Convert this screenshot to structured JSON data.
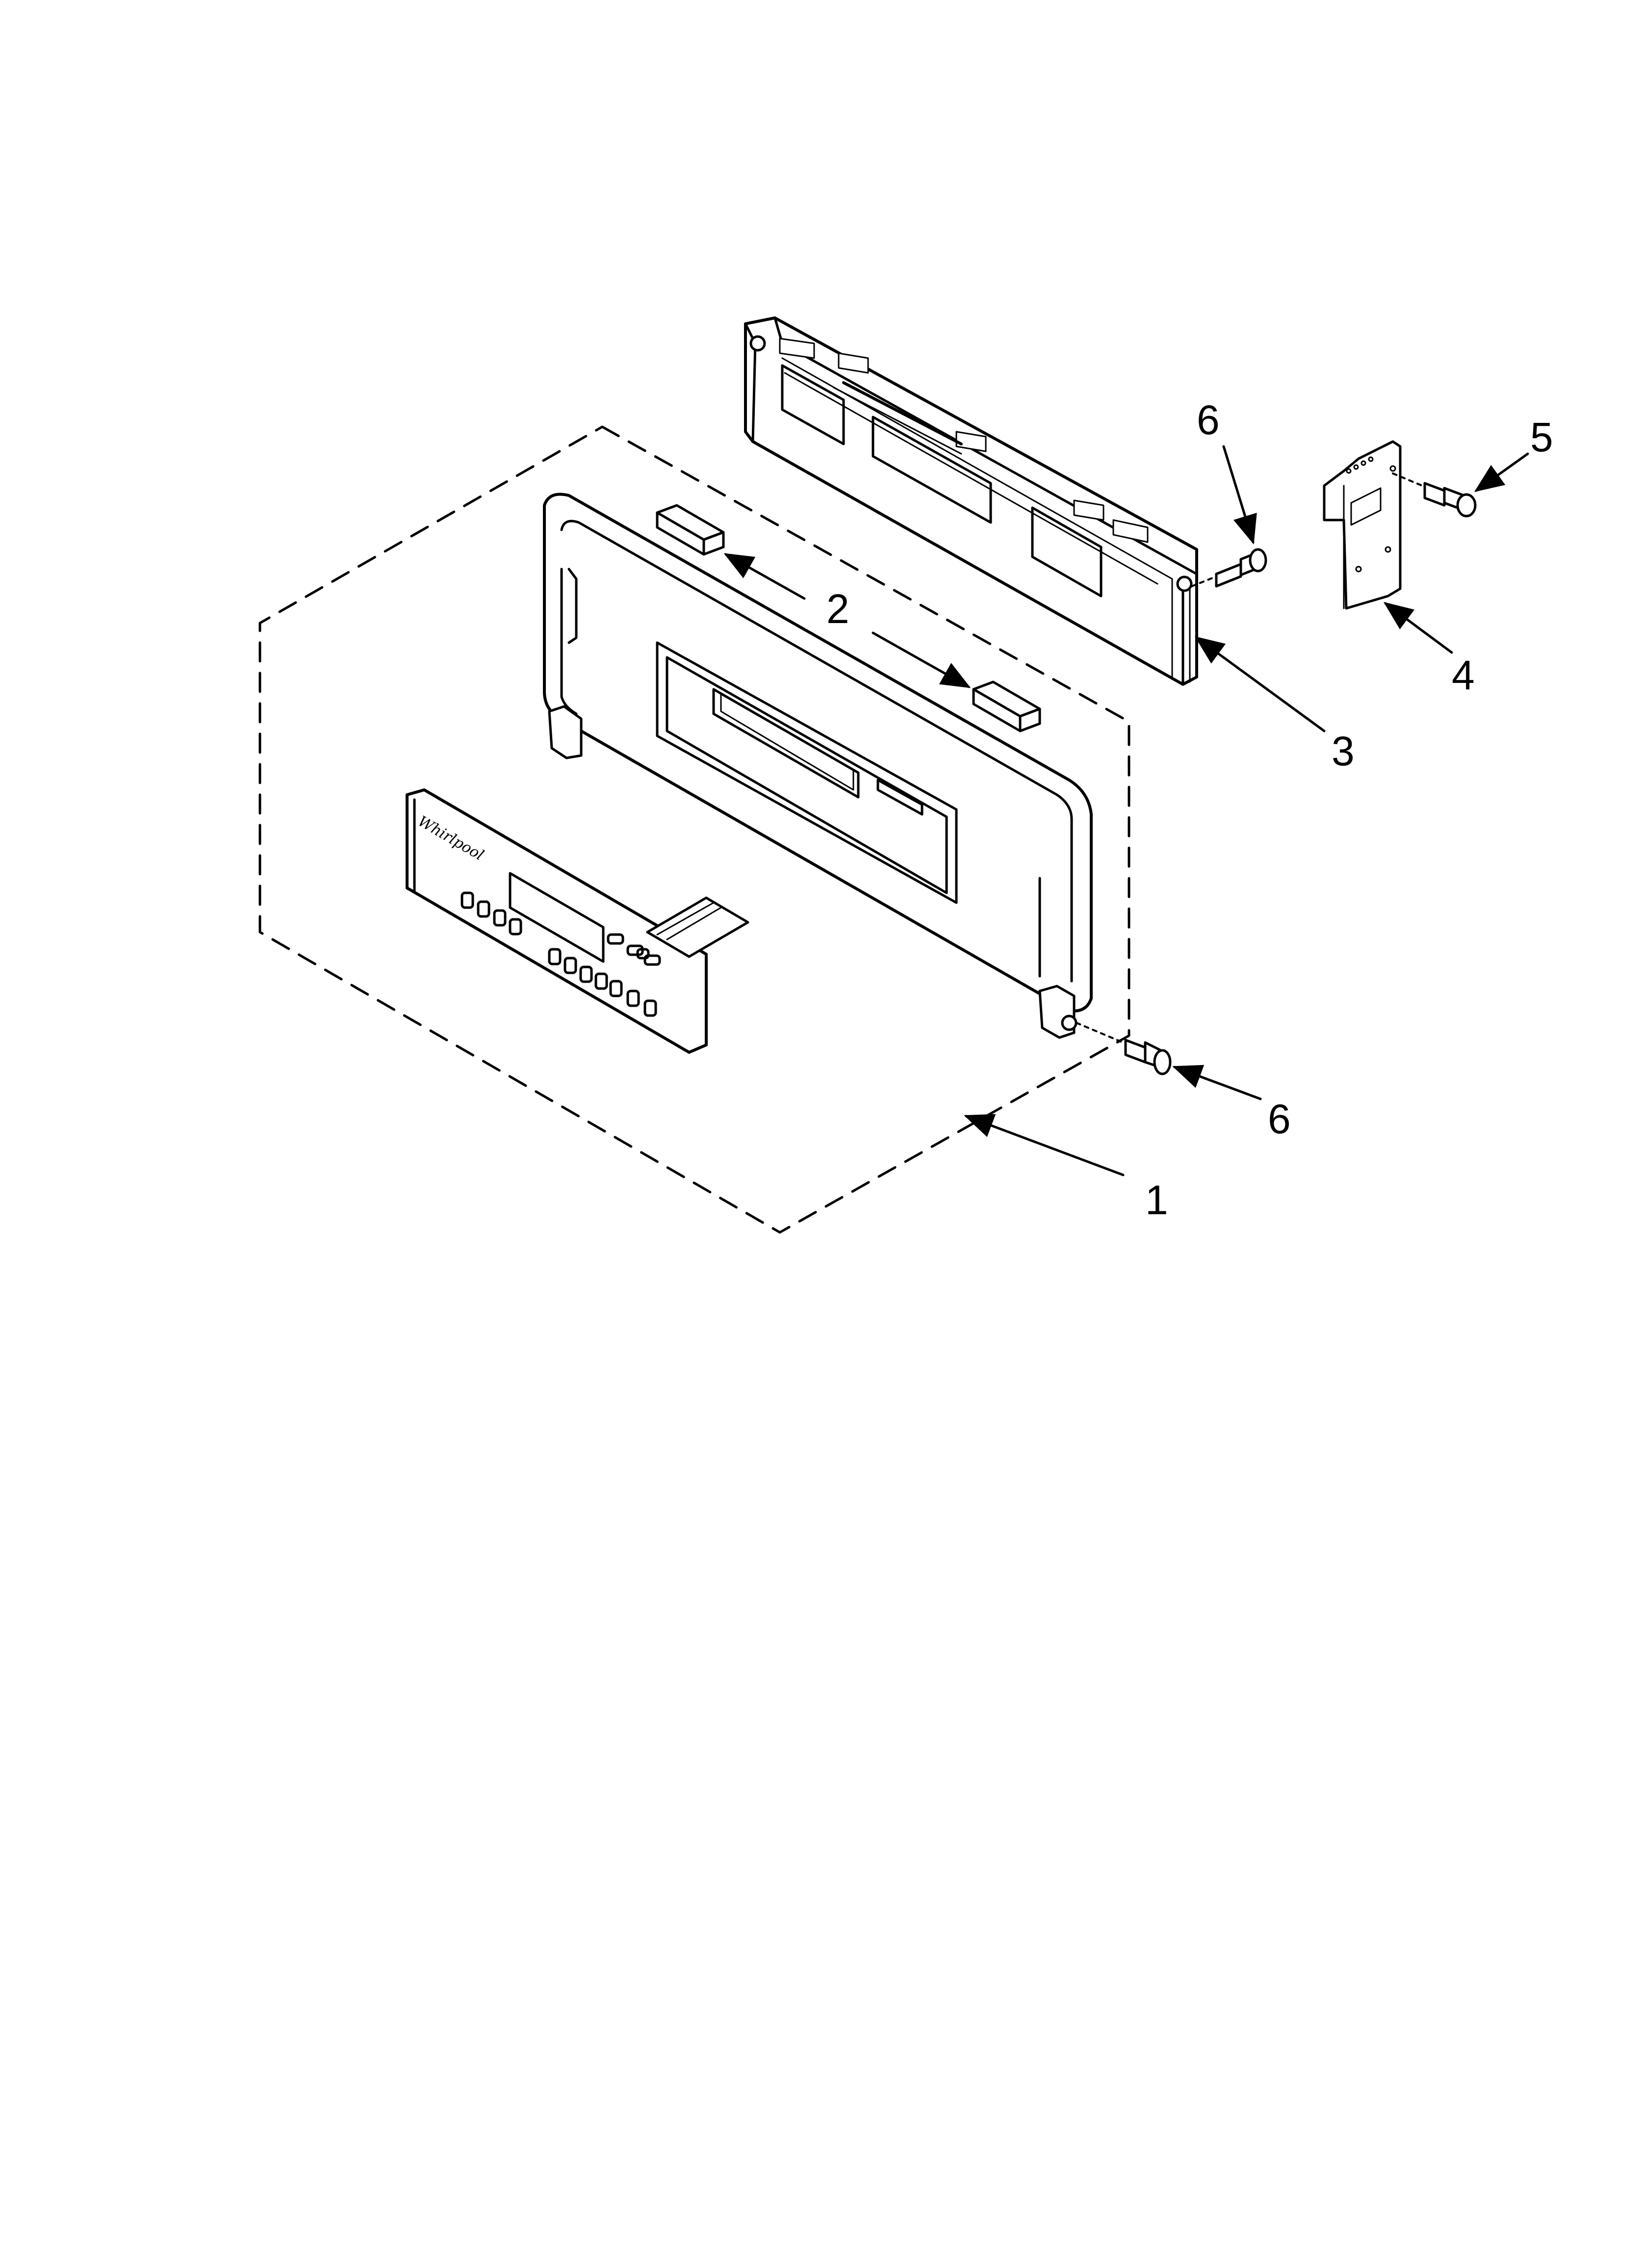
{
  "diagram": {
    "brand_logo_text": "Whirlpool",
    "callouts": [
      {
        "id": "callout-1",
        "text": "1"
      },
      {
        "id": "callout-2",
        "text": "2"
      },
      {
        "id": "callout-3",
        "text": "3"
      },
      {
        "id": "callout-4",
        "text": "4"
      },
      {
        "id": "callout-5",
        "text": "5"
      },
      {
        "id": "callout-6a",
        "text": "6"
      },
      {
        "id": "callout-6b",
        "text": "6"
      }
    ]
  }
}
